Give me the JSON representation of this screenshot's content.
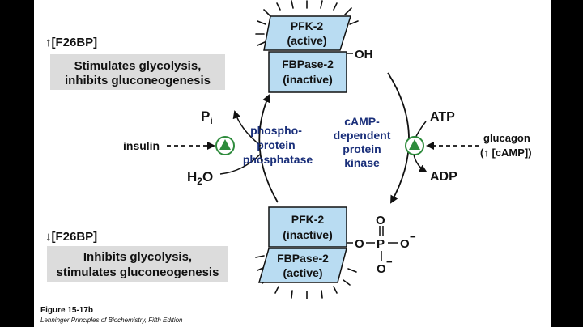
{
  "top_state": {
    "indicator": "↑[F26BP]",
    "effect_line1": "Stimulates glycolysis,",
    "effect_line2": "inhibits gluconeogenesis",
    "upper_box_line1": "PFK-2",
    "upper_box_line2": "(active)",
    "lower_box_line1": "FBPase-2",
    "lower_box_line2": "(inactive)",
    "group_label": "OH"
  },
  "bottom_state": {
    "indicator": "↓[F26BP]",
    "effect_line1": "Inhibits glycolysis,",
    "effect_line2": "stimulates gluconeogenesis",
    "upper_box_line1": "PFK-2",
    "upper_box_line2": "(inactive)",
    "lower_box_line1": "FBPase-2",
    "lower_box_line2": "(active)",
    "phosphate_O_link": "O",
    "phosphate_P": "P",
    "phosphate_O_top": "O",
    "phosphate_O_right": "O",
    "phosphate_O_bottom": "O"
  },
  "left_reaction": {
    "product_P": "P",
    "product_sub": "i",
    "reactant_H": "H",
    "reactant_sub": "2",
    "reactant_O": "O",
    "enzyme_line1": "phospho-",
    "enzyme_line2": "protein",
    "enzyme_line3": "phosphatase",
    "activator": "insulin"
  },
  "right_reaction": {
    "reactant": "ATP",
    "product": "ADP",
    "enzyme_line1": "cAMP-",
    "enzyme_line2": "dependent",
    "enzyme_line3": "protein",
    "enzyme_line4": "kinase",
    "activator_line1": "glucagon",
    "activator_line2": "(↑ [cAMP])"
  },
  "caption": {
    "figure": "Figure 15-17b",
    "source": "Lehninger Principles of Biochemistry, Fifth Edition"
  },
  "colors": {
    "box_fill": "#b9dcf2",
    "effect_bg": "#dcdcdc",
    "enzyme_text": "#1a2f7a",
    "activator_green": "#2e8b3c"
  }
}
